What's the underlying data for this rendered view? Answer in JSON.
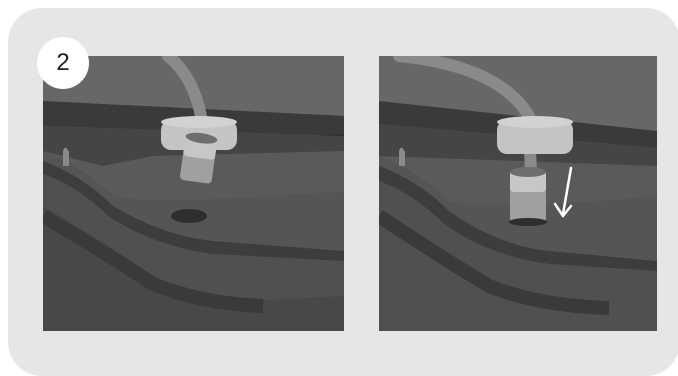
{
  "step": {
    "number": "2"
  },
  "panels": [
    {
      "id": "before",
      "icon": "tube-connector-seated-icon"
    },
    {
      "id": "after",
      "icon": "tube-connector-pressed-down-icon",
      "indicator": "down-arrow-icon"
    }
  ],
  "colors": {
    "card_background": "#e6e6e6",
    "badge_background": "#ffffff",
    "panel_dark": "#3e3e3e",
    "panel_mid": "#595959",
    "panel_light": "#6a6a6a",
    "tube": "#8a8a8a",
    "connector_light": "#bdbdbd",
    "arrow": "#ffffff"
  }
}
